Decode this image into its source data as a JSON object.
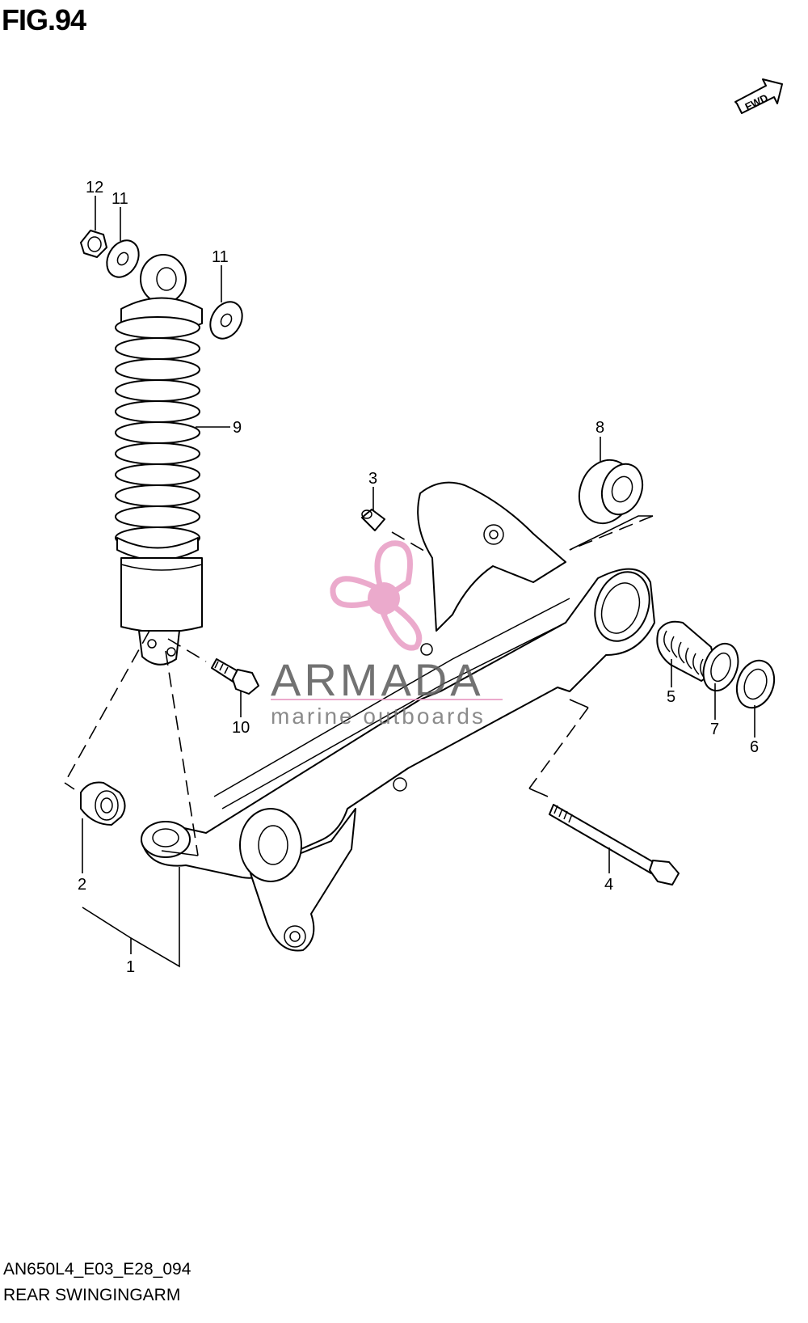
{
  "figure": {
    "title": "FIG.94",
    "code": "AN650L4_E03_E28_094",
    "name": "REAR SWINGINGARM"
  },
  "fwd_label": "FWD",
  "callouts": [
    "12",
    "11",
    "11",
    "9",
    "8",
    "3",
    "5",
    "7",
    "6",
    "10",
    "2",
    "1",
    "4"
  ],
  "watermark": {
    "title": "ARMADA",
    "subtitle": "marine outboards",
    "colors": {
      "logo": "#e89cc4",
      "text": "#5a5a5a"
    }
  }
}
